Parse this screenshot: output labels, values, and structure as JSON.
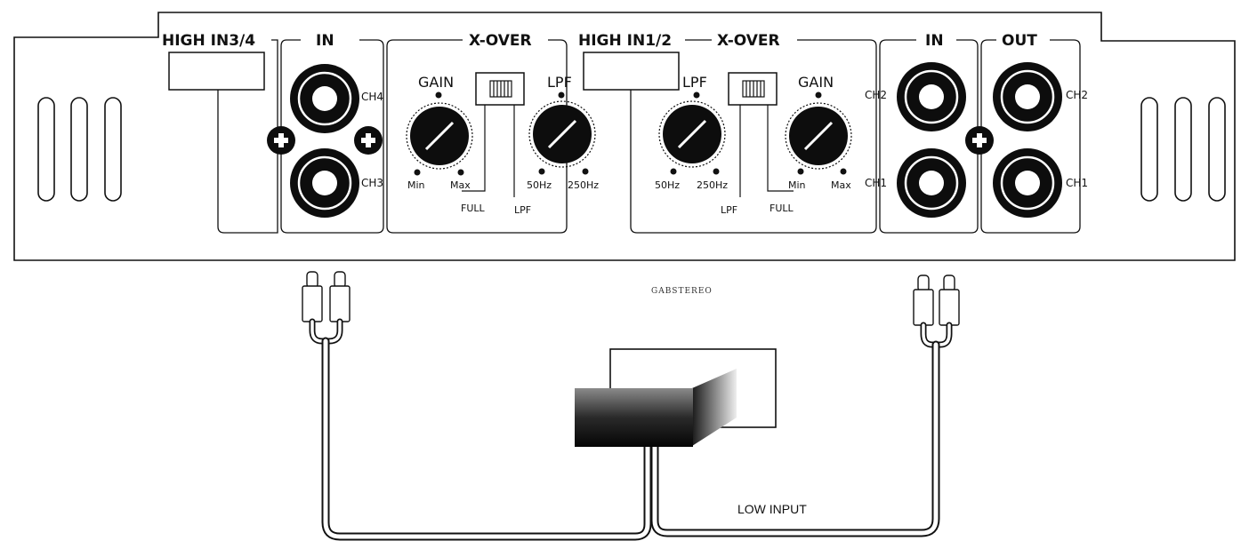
{
  "sections": {
    "high_in_34": "HIGH IN3/4",
    "in_left": "IN",
    "xover_left": "X-OVER",
    "high_in_12": "HIGH IN1/2",
    "xover_right": "X-OVER",
    "in_right": "IN",
    "out": "OUT"
  },
  "left_controls": {
    "gain_label": "GAIN",
    "gain_min": "Min",
    "gain_max": "Max",
    "lpf_label": "LPF",
    "lpf_min": "50Hz",
    "lpf_max": "250Hz",
    "switch_full": "FULL",
    "switch_lpf": "LPF"
  },
  "right_controls": {
    "lpf_label": "LPF",
    "lpf_min": "50Hz",
    "lpf_max": "250Hz",
    "gain_label": "GAIN",
    "gain_min": "Min",
    "gain_max": "Max",
    "switch_lpf": "LPF",
    "switch_full": "FULL"
  },
  "channels": {
    "ch4": "CH4",
    "ch3": "CH3",
    "in_ch2": "CH2",
    "in_ch1": "CH1",
    "out_ch2": "CH2",
    "out_ch1": "CH1"
  },
  "watermark": "GABSTEREO",
  "low_input_caption": "LOW INPUT",
  "colors": {
    "line": "#111111",
    "background": "#ffffff"
  }
}
